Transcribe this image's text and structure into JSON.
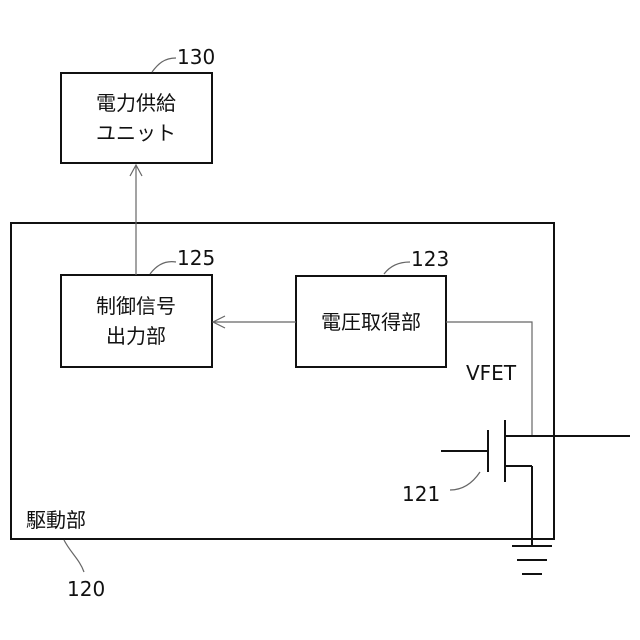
{
  "blocks": {
    "power_supply_unit": {
      "line1": "電力供給",
      "line2": "ユニット",
      "ref": "130"
    },
    "control_signal_output": {
      "line1": "制御信号",
      "line2": "出力部",
      "ref": "125"
    },
    "voltage_acquisition": {
      "label": "電圧取得部",
      "ref": "123"
    },
    "drive_unit": {
      "label": "駆動部",
      "ref": "120"
    }
  },
  "transistor": {
    "ref": "121",
    "node_label": "VFET"
  }
}
